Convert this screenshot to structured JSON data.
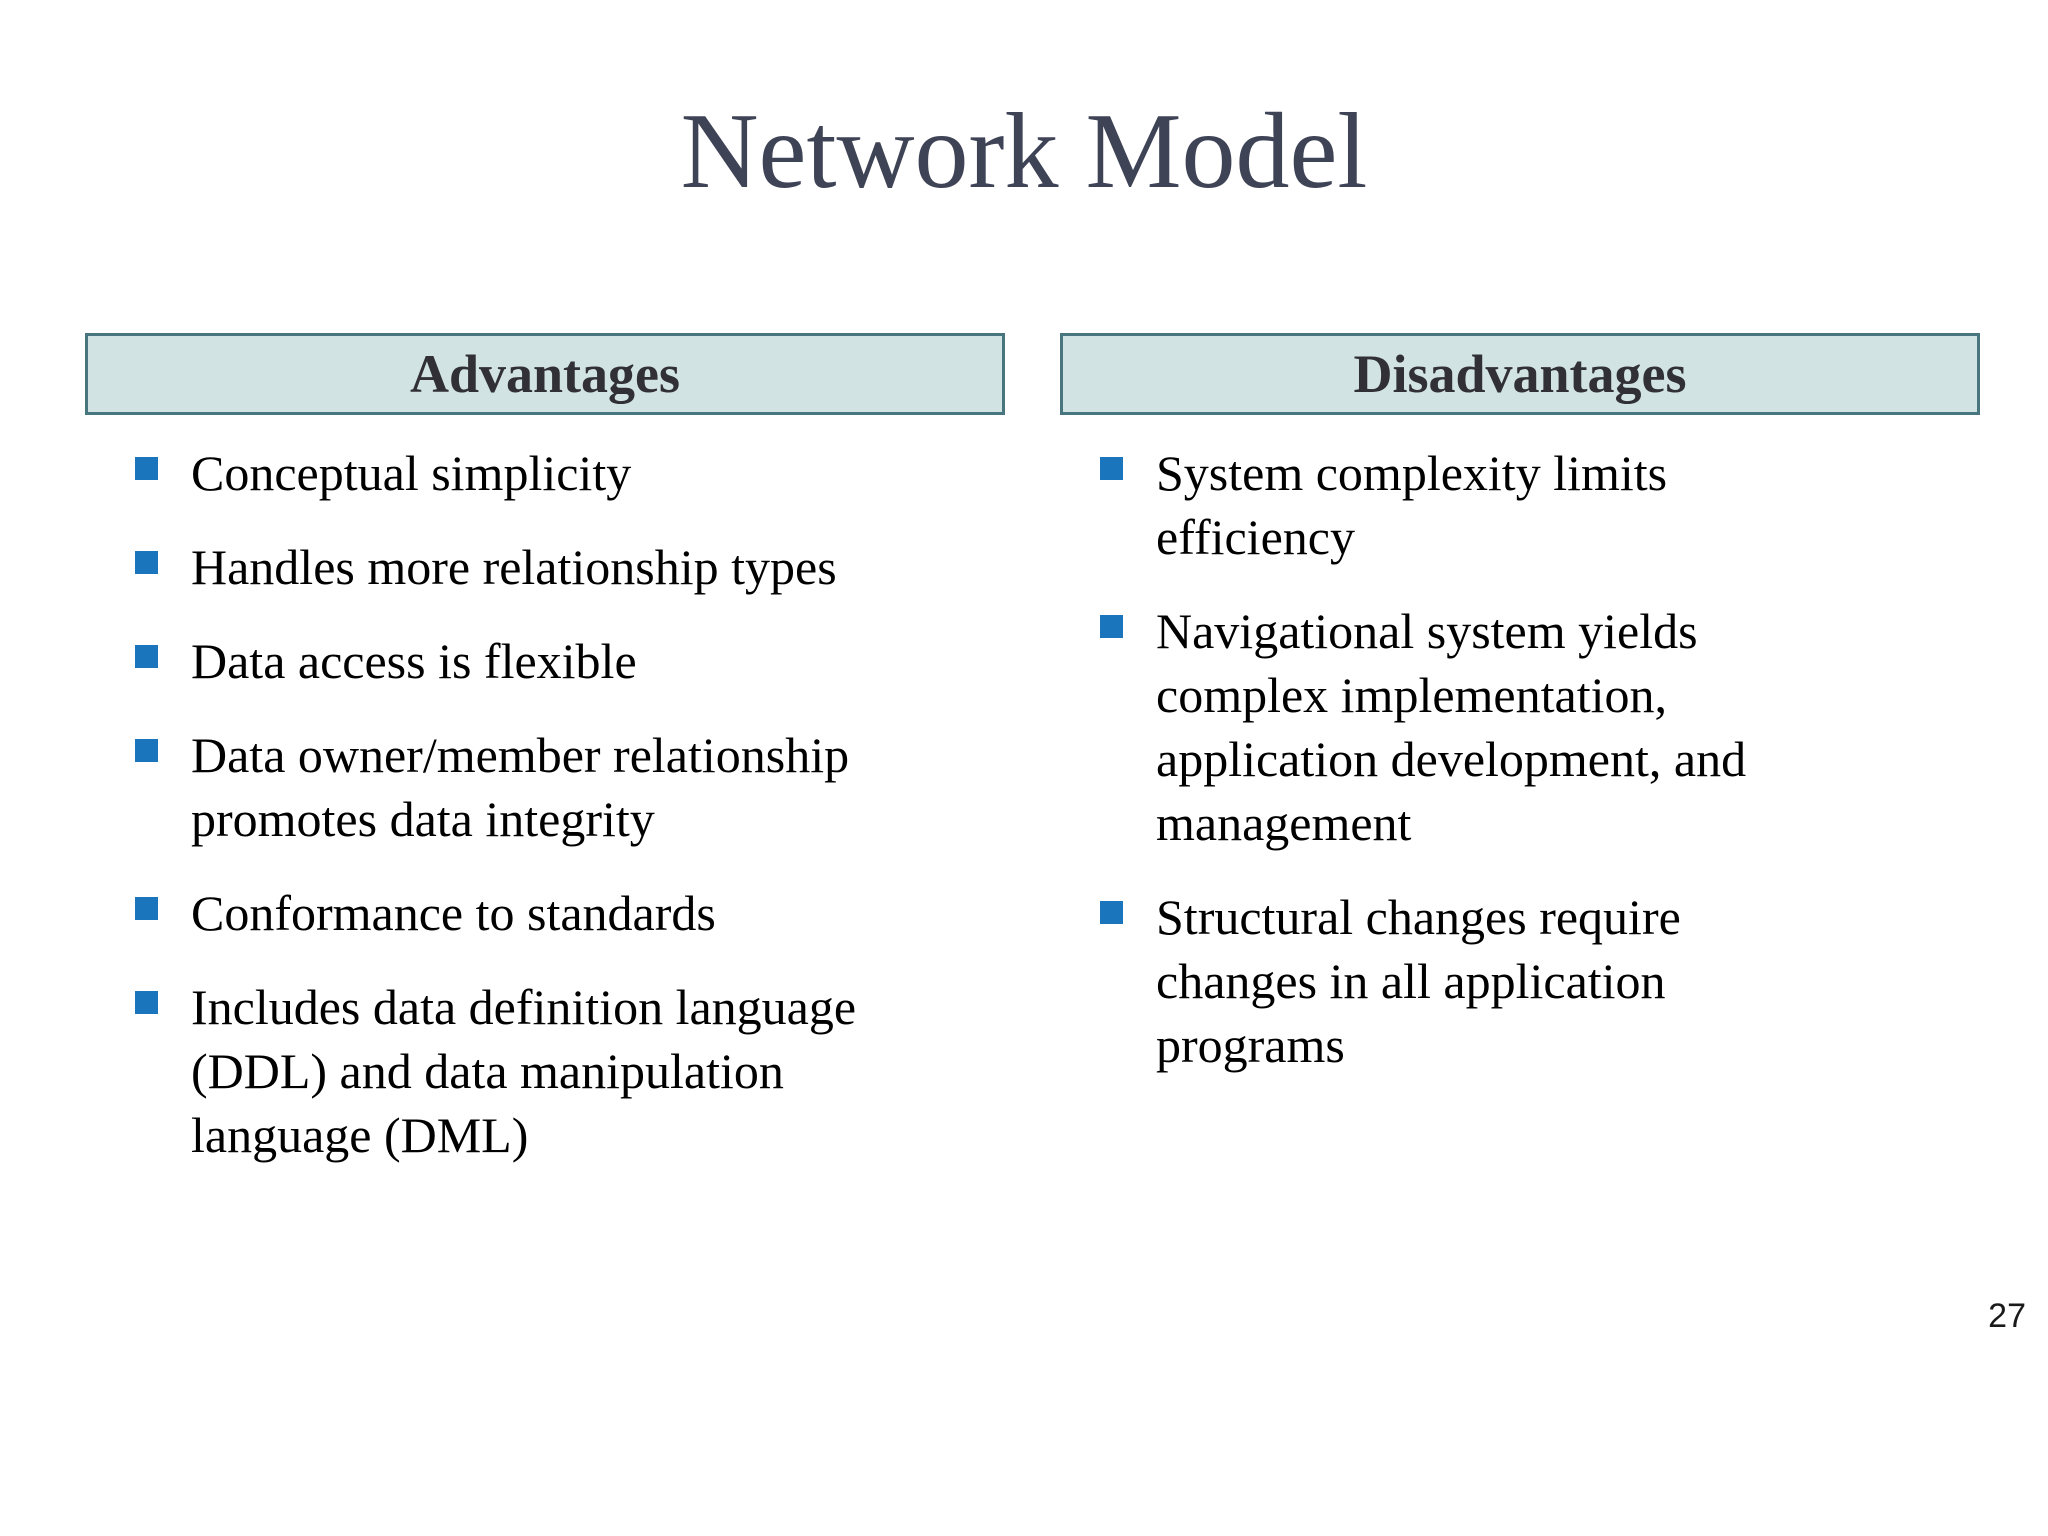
{
  "slide": {
    "title": "Network Model",
    "page_number": "27",
    "columns": [
      {
        "header": "Advantages",
        "items": [
          "Conceptual simplicity",
          "Handles more relationship types",
          "Data access is flexible",
          "Data owner/member relationship\npromotes data integrity",
          "Conformance to standards",
          "Includes data definition language\n(DDL) and data manipulation\nlanguage (DML)"
        ]
      },
      {
        "header": "Disadvantages",
        "items": [
          "System complexity limits\nefficiency",
          "Navigational system yields\ncomplex implementation,\napplication development, and\nmanagement",
          "Structural changes require\nchanges in all application\nprograms"
        ]
      }
    ],
    "colors": {
      "title": "#3f4356",
      "body_text": "#000000",
      "bullet": "#1b75bc",
      "header_fill": "#d2e3e3",
      "header_border": "#47767f",
      "header_text": "#303036",
      "page_number": "#1a1a1a"
    }
  }
}
